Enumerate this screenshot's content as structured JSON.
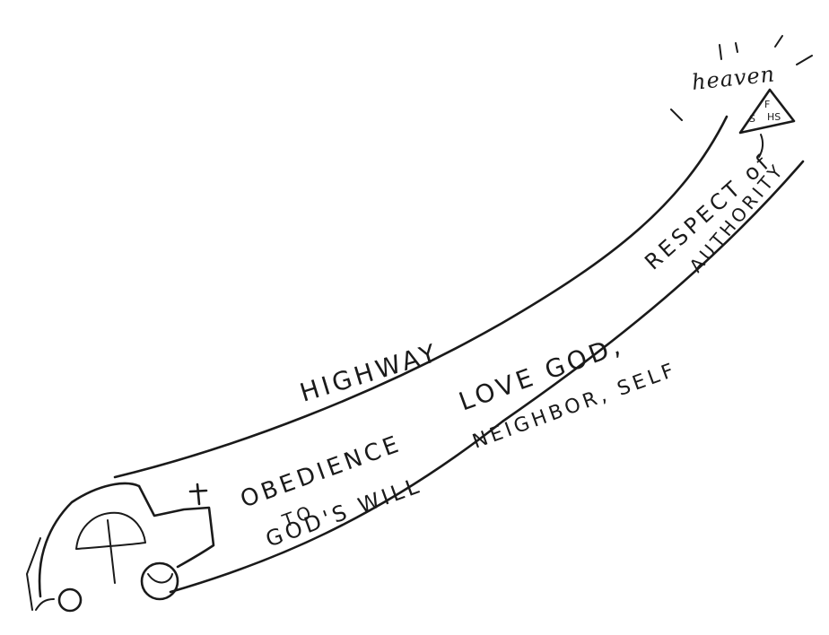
{
  "labels": {
    "heaven": "heaven",
    "highway": "HIGHWAY",
    "obedience_line1": "OBEDIENCE",
    "obedience_line2": "TO",
    "obedience_line3": "GOD'S WILL",
    "love_line1": "LOVE GOD,",
    "love_line2": "NEIGHBOR, SELF",
    "respect_line1": "RESPECT of",
    "respect_line2": "AUTHORITY",
    "triangle_top": "F",
    "triangle_left": "S",
    "triangle_right": "HS"
  },
  "icons": [
    "car-icon",
    "cross-icon",
    "triangle-icon",
    "sun-rays-icon"
  ],
  "colors": {
    "ink": "#1a1a1a",
    "paper": "#ffffff"
  }
}
